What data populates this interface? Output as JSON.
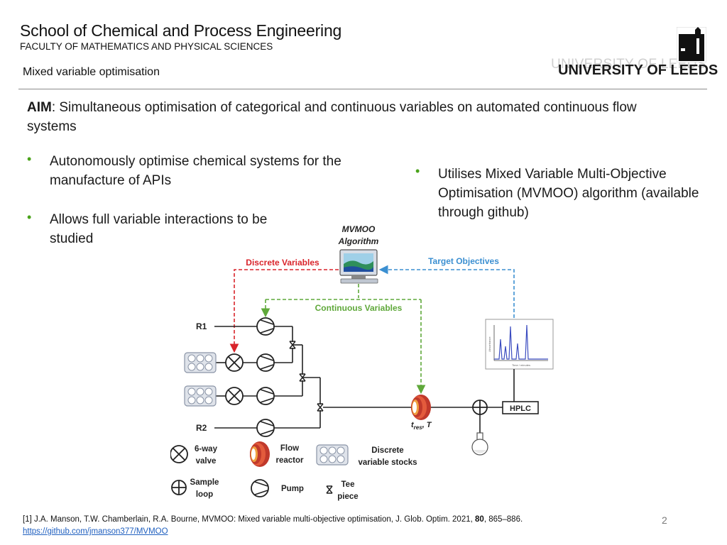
{
  "header": {
    "school_title": "School of Chemical and Process Engineering",
    "faculty": "FACULTY OF MATHEMATICS AND PHYSICAL SCIENCES",
    "slide_topic": "Mixed variable optimisation",
    "university_ghost": "UNIVERSITY OF LEEDS",
    "university_name": "UNIVERSITY OF LEEDS"
  },
  "aim": {
    "label": "AIM",
    "text": ": Simultaneous optimisation of categorical and continuous variables on automated continuous flow systems"
  },
  "bullets": [
    "Autonomously optimise chemical systems for the manufacture of APIs",
    "Allows full variable interactions to be studied",
    "Utilises Mixed Variable Multi-Objective Optimisation (MVMOO) algorithm (available through github)"
  ],
  "diagram": {
    "algorithm_title_1": "MVMOO",
    "algorithm_title_2": "Algorithm",
    "discrete_label": "Discrete Variables",
    "target_label": "Target Objectives",
    "continuous_label": "Continuous Variables",
    "r1": "R1",
    "r2": "R2",
    "hplc": "HPLC",
    "tres_main": "t",
    "tres_sub": "res",
    "tres_t": ", T",
    "chart_xlabel": "Time / minutes",
    "chart_ylabel": "Absorbance",
    "legend": {
      "six_way_1": "6-way",
      "six_way_2": "valve",
      "flow_1": "Flow",
      "flow_2": "reactor",
      "stocks_1": "Discrete",
      "stocks_2": "variable stocks",
      "sample_1": "Sample",
      "sample_2": "loop",
      "pump": "Pump",
      "tee_1": "Tee",
      "tee_2": "piece"
    },
    "colors": {
      "discrete": "#d9242b",
      "continuous": "#5fa83a",
      "target": "#3b8fd1",
      "reactor": "#c0392b",
      "peaks": "#3b4cc0"
    }
  },
  "reference": {
    "text_before_bold": "[1] J.A. Manson, T.W. Chamberlain, R.A. Bourne, MVMOO: Mixed variable multi-objective optimisation, J. Glob. Optim. 2021, ",
    "bold": "80",
    "text_after_bold": ", 865–886.",
    "link": "https://github.com/jmanson377/MVMOO"
  },
  "page_number": "2"
}
